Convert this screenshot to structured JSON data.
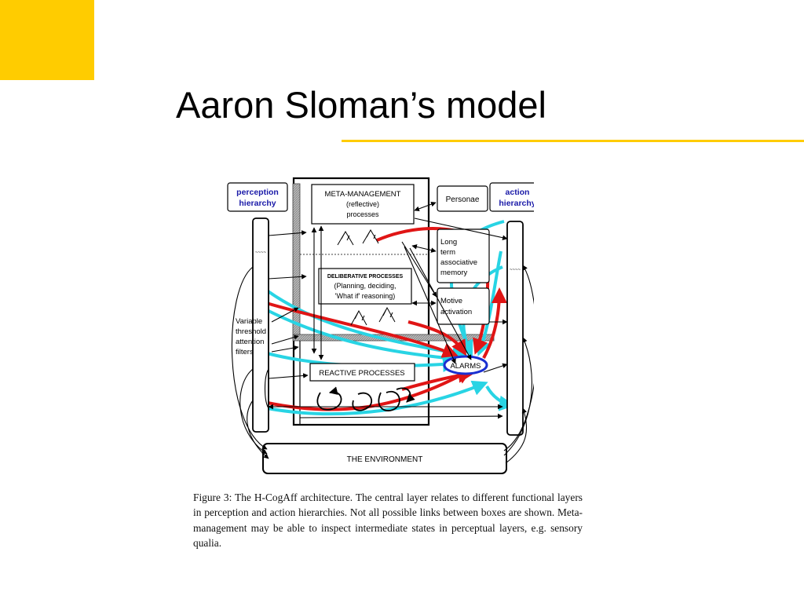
{
  "slide": {
    "title": "Aaron Sloman’s model",
    "accent_color": "#FFCC00"
  },
  "diagram": {
    "perception_hierarchy": [
      "perception",
      "hierarchy"
    ],
    "action_hierarchy": [
      "action",
      "hierarchy"
    ],
    "meta_management": [
      "META-MANAGEMENT",
      "(reflective)",
      "processes"
    ],
    "personae": "Personae",
    "long_term_memory": [
      "Long",
      "term",
      "associative",
      "memory"
    ],
    "deliberative": [
      "DELIBERATIVE PROCESSES",
      "(Planning, deciding,",
      "'What if' reasoning)"
    ],
    "motive_activation": [
      "Motive",
      "activation"
    ],
    "attention_filters": [
      "Variable",
      "threshold",
      "attention",
      "filters"
    ],
    "reactive": "REACTIVE PROCESSES",
    "alarms": "ALARMS",
    "environment": "THE ENVIRONMENT",
    "colors": {
      "label_blue": "#1a1aa8",
      "flow_red": "#e01515",
      "flow_cyan": "#28d4e4",
      "alarm_blue": "#1a2fd0"
    }
  },
  "caption": "Figure 3: The H-CogAff architecture. The central layer relates to different functional layers in perception and action hierarchies. Not all possible links between boxes are shown. Meta-management may be able to inspect intermediate states in perceptual layers, e.g. sensory qualia."
}
